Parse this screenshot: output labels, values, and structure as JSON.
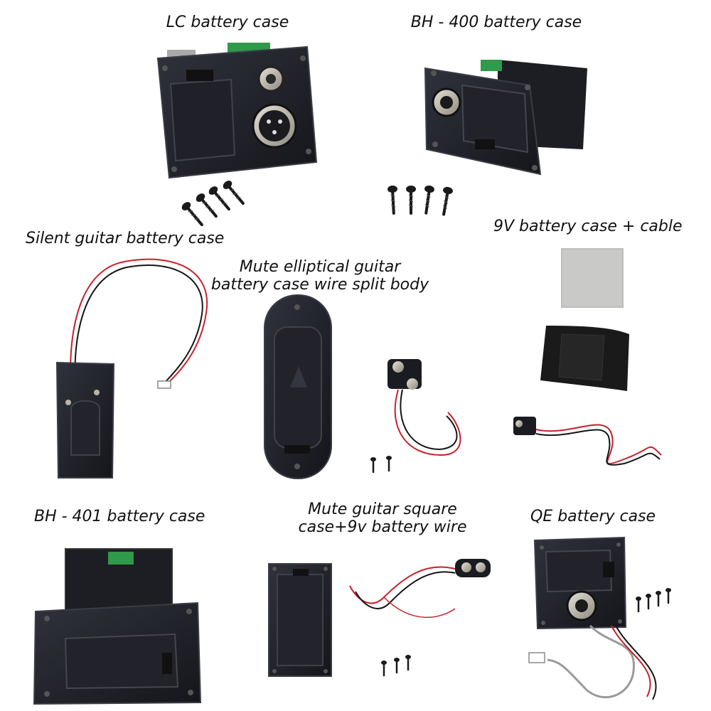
{
  "labels": {
    "lc": "LC battery case",
    "bh400": "BH - 400 battery case",
    "silent": "Silent guitar battery case",
    "nine_v": "9V battery case + cable",
    "elliptical_line1": "Mute elliptical guitar",
    "elliptical_line2": "battery case wire split body",
    "bh401": "BH - 401 battery case",
    "square_line1": "Mute guitar square",
    "square_line2": "case+9v battery wire",
    "qe": "QE battery case"
  },
  "colors": {
    "case_black": "#1b1c22",
    "case_edge": "#3a3c46",
    "wire_red": "#c8202a",
    "wire_black": "#151515",
    "pcb_green": "#2e9a4a",
    "metal": "#b9b4a8",
    "pad_gray": "#c9c9c7"
  }
}
